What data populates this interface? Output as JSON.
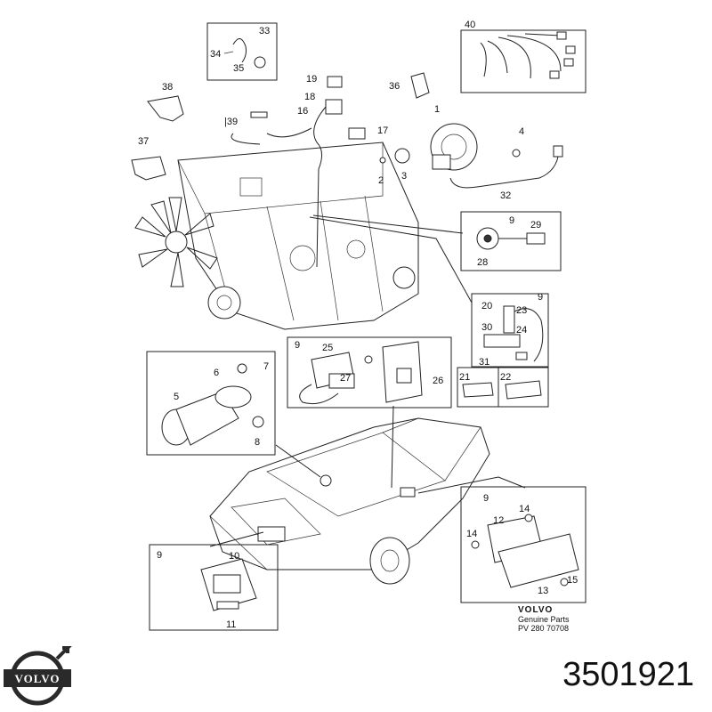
{
  "callouts": {
    "c1": "1",
    "c2": "2",
    "c3": "3",
    "c4": "4",
    "c5": "5",
    "c6": "6",
    "c7": "7",
    "c8": "8",
    "c9a": "9",
    "c9b": "9",
    "c9c": "9",
    "c9d": "9",
    "c9e": "9",
    "c10": "10",
    "c11": "11",
    "c12": "12",
    "c13": "13",
    "c14a": "14",
    "c14b": "14",
    "c15": "15",
    "c16": "16",
    "c17": "17",
    "c18": "18",
    "c19": "19",
    "c20": "20",
    "c21": "21",
    "c22": "22",
    "c23": "23",
    "c24": "24",
    "c25": "25",
    "c26": "26",
    "c27": "27",
    "c28": "28",
    "c29": "29",
    "c30": "30",
    "c31": "31",
    "c32": "32",
    "c33": "33",
    "c34": "34",
    "c35": "35",
    "c36": "36",
    "c37": "37",
    "c38": "38",
    "c39": "|39",
    "c40": "40"
  },
  "brand_block": {
    "line1": "VOLVO",
    "line2": "Genuine Parts",
    "line3": "PV 280 70708"
  },
  "logo": {
    "text": "VOLVO",
    "color": "#2a2a2a"
  },
  "part_number": "3501921"
}
